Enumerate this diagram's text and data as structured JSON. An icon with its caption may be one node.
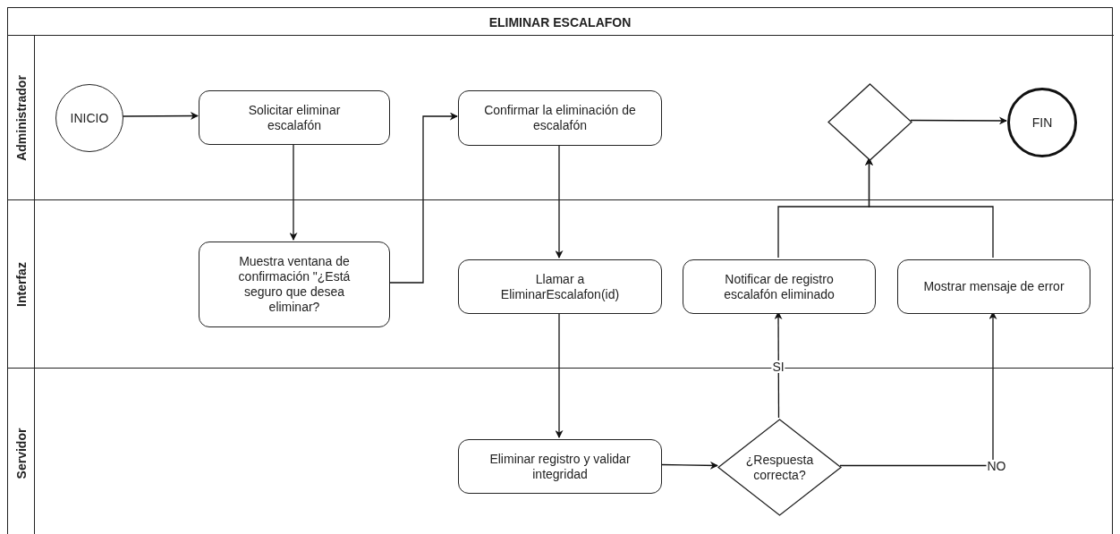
{
  "diagram": {
    "title": "ELIMINAR ESCALAFON",
    "nodes": [
      {
        "text": [
          "Administrador"
        ]
      },
      {
        "text": [
          "INICIO"
        ],
        "in": 0
      },
      {
        "text": [
          "Solicitar eliminar escalafón"
        ],
        "in": 0
      },
      {
        "text": [
          "Confirmar la eliminación de escalafón"
        ],
        "in": 0
      },
      {
        "text": [],
        "shape": "diamond",
        "in": 0
      },
      {
        "text": [
          "FIN"
        ],
        "in": 0
      },
      {
        "text": [
          "Interfaz"
        ]
      },
      {
        "text": [
          "Muestra ventana de confirmación \"¿Está seguro que desea eliminar?"
        ],
        "in": 6
      },
      {
        "text": [
          "Llamar a EliminarEscalafon(id)"
        ],
        "in": 6
      },
      {
        "text": [
          "Notificar de registro escalafón eliminado"
        ],
        "in": 6
      },
      {
        "text": [
          "Mostrar mensaje de error"
        ],
        "in": 6
      },
      {
        "text": [
          "Servidor"
        ]
      },
      {
        "text": [
          "Eliminar registro y validar integridad"
        ],
        "in": 11
      },
      {
        "text": [
          "¿Respuesta correcta?"
        ],
        "in": 11
      }
    ],
    "edges": [
      {
        "from": 1,
        "to": 2,
        "arrow": "to"
      },
      {
        "from": 2,
        "to": 7,
        "arrow": "to"
      },
      {
        "from": 7,
        "to": 3,
        "arrow": "to"
      },
      {
        "from": 3,
        "to": 8,
        "arrow": "to"
      },
      {
        "from": 8,
        "to": 12,
        "arrow": "to"
      },
      {
        "from": 12,
        "to": 13,
        "arrow": "to"
      },
      {
        "from": 13,
        "to": 9,
        "arrow": "to",
        "label": "SI"
      },
      {
        "from": 13,
        "to": 10,
        "arrow": "to",
        "label": "NO"
      },
      {
        "from": 9,
        "to": 4,
        "arrow": "to"
      },
      {
        "from": 10,
        "to": 4,
        "arrow": "to"
      },
      {
        "from": 4,
        "to": 5,
        "arrow": "to"
      }
    ]
  }
}
